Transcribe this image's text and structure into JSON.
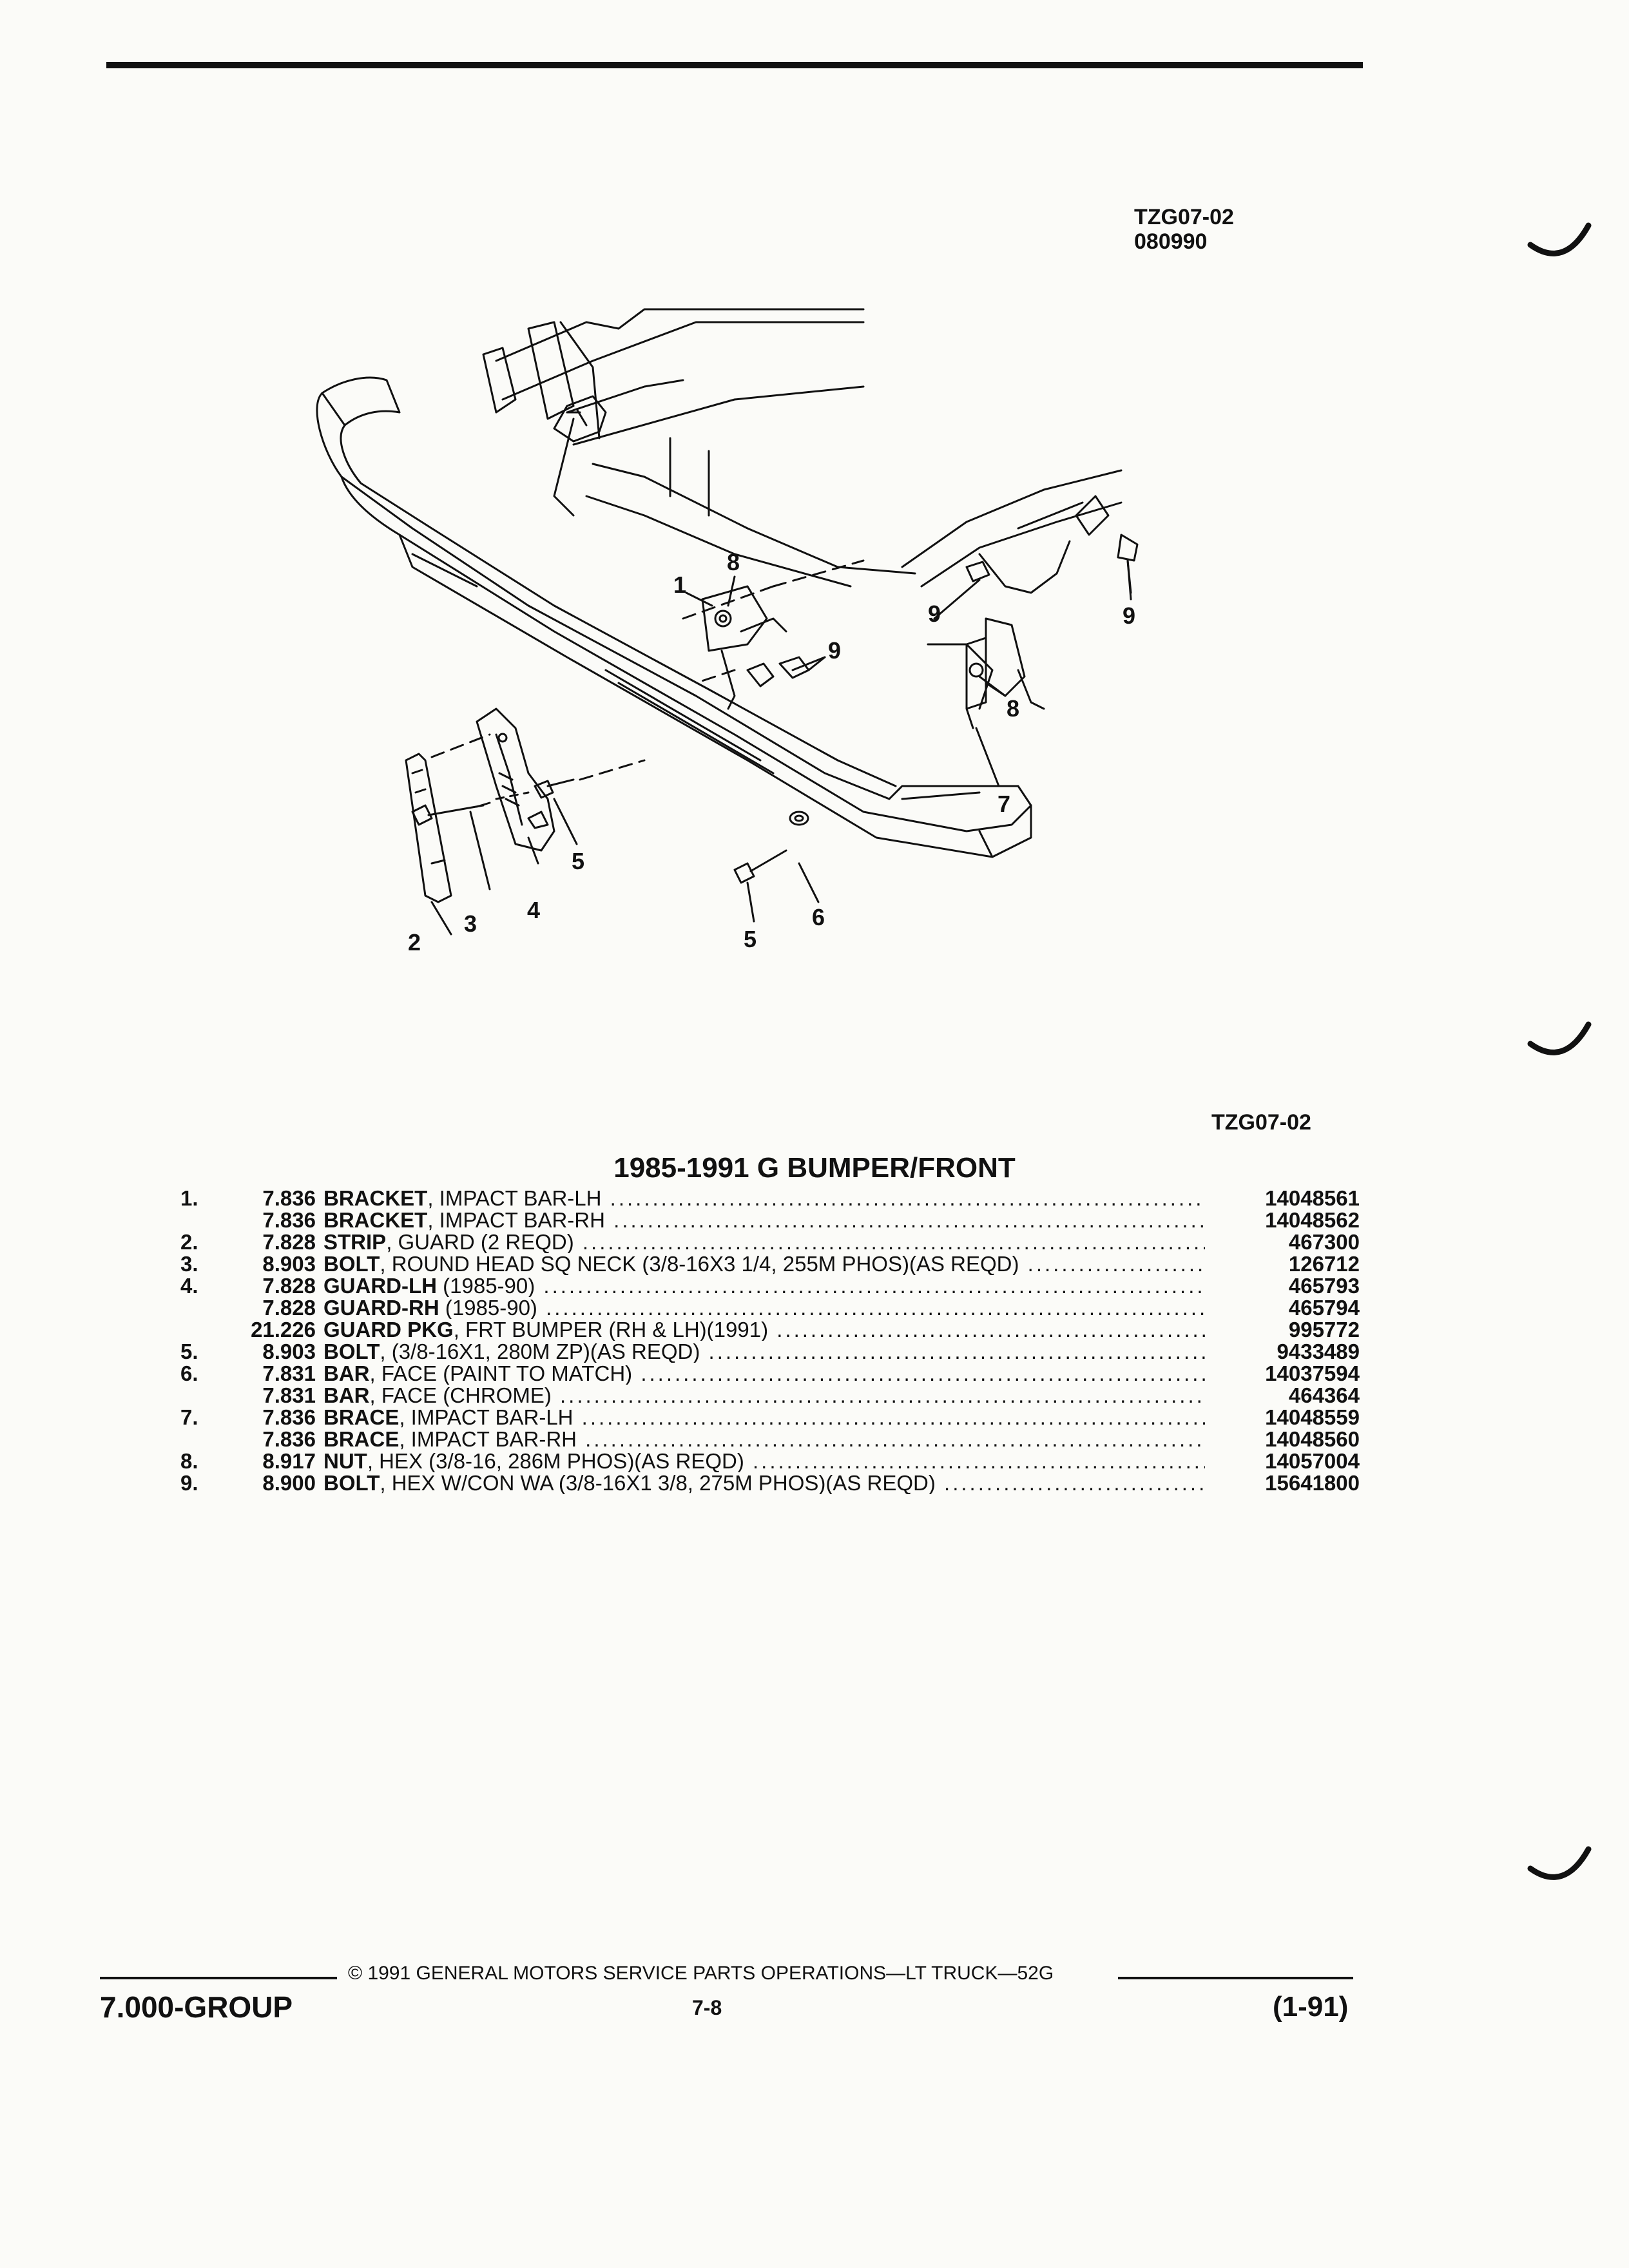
{
  "header": {
    "ref_code": "TZG07-02",
    "ref_date": "080990"
  },
  "diagram": {
    "callouts": [
      "1",
      "2",
      "3",
      "4",
      "5",
      "5",
      "6",
      "7",
      "8",
      "8",
      "9",
      "9",
      "9"
    ]
  },
  "figure_ref": "TZG07-02",
  "section_title": "1985-1991 G BUMPER/FRONT",
  "parts": [
    {
      "num": "1.",
      "group": "7.836",
      "name": "BRACKET",
      "desc": ", IMPACT BAR-LH",
      "part_no": "14048561"
    },
    {
      "num": "",
      "group": "7.836",
      "name": "BRACKET",
      "desc": ", IMPACT BAR-RH",
      "part_no": "14048562"
    },
    {
      "num": "2.",
      "group": "7.828",
      "name": "STRIP",
      "desc": ", GUARD (2 REQD)",
      "part_no": "467300"
    },
    {
      "num": "3.",
      "group": "8.903",
      "name": "BOLT",
      "desc": ", ROUND HEAD SQ NECK (3/8-16X3 1/4, 255M PHOS)(AS REQD)",
      "part_no": "126712"
    },
    {
      "num": "4.",
      "group": "7.828",
      "name": "GUARD-LH",
      "desc": " (1985-90)",
      "part_no": "465793"
    },
    {
      "num": "",
      "group": "7.828",
      "name": "GUARD-RH",
      "desc": " (1985-90)",
      "part_no": "465794"
    },
    {
      "num": "",
      "group": "21.226",
      "name": "GUARD PKG",
      "desc": ", FRT BUMPER (RH & LH)(1991)",
      "part_no": "995772"
    },
    {
      "num": "5.",
      "group": "8.903",
      "name": "BOLT",
      "desc": ", (3/8-16X1, 280M ZP)(AS REQD)",
      "part_no": "9433489"
    },
    {
      "num": "6.",
      "group": "7.831",
      "name": "BAR",
      "desc": ", FACE (PAINT TO MATCH)",
      "part_no": "14037594"
    },
    {
      "num": "",
      "group": "7.831",
      "name": "BAR",
      "desc": ", FACE (CHROME)",
      "part_no": "464364"
    },
    {
      "num": "7.",
      "group": "7.836",
      "name": "BRACE",
      "desc": ", IMPACT BAR-LH",
      "part_no": "14048559"
    },
    {
      "num": "",
      "group": "7.836",
      "name": "BRACE",
      "desc": ", IMPACT BAR-RH",
      "part_no": "14048560"
    },
    {
      "num": "8.",
      "group": "8.917",
      "name": "NUT",
      "desc": ", HEX (3/8-16, 286M PHOS)(AS REQD)",
      "part_no": "14057004"
    },
    {
      "num": "9.",
      "group": "8.900",
      "name": "BOLT",
      "desc": ", HEX W/CON WA (3/8-16X1 3/8, 275M PHOS)(AS REQD)",
      "part_no": "15641800"
    }
  ],
  "footer": {
    "copyright": "© 1991 GENERAL MOTORS SERVICE PARTS OPERATIONS—LT TRUCK—52G",
    "group": "7.000-GROUP",
    "page": "7-8",
    "revision": "(1-91)"
  }
}
